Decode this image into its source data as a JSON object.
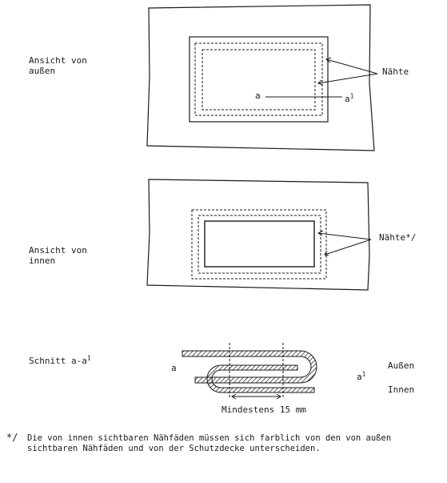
{
  "views": {
    "outside": {
      "label_line1": "Ansicht von",
      "label_line2": "außen",
      "seams_label": "Nähte",
      "section_start": "a",
      "section_end": "a",
      "section_end_sup": "1"
    },
    "inside": {
      "label_line1": "Ansicht von",
      "label_line2": "innen",
      "seams_label": "Nähte",
      "seams_mark": "*/"
    },
    "section": {
      "label": "Schnitt a-a",
      "label_sup": "1",
      "left_letter": "a",
      "right_letter": "a",
      "right_sup": "1",
      "outside_label": "Außen",
      "inside_label": "Innen",
      "min_label": "Mindestens 15 mm"
    }
  },
  "footnote": {
    "mark": "*/",
    "line1": "Die von innen sichtbaren Nähfäden müssen sich farblich von den von außen",
    "line2": "sichtbaren Nähfäden und von der Schutzdecke unterscheiden."
  }
}
